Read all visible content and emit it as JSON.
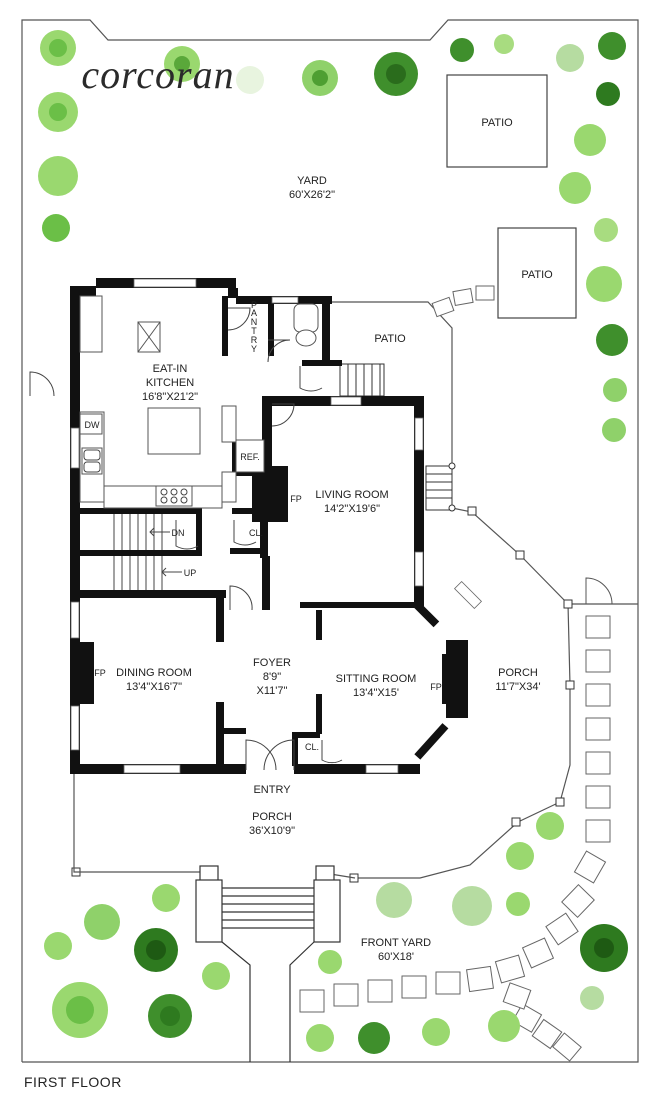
{
  "brand": {
    "logo_text": "corcoran"
  },
  "floor_label": "FIRST FLOOR",
  "rooms": {
    "yard": {
      "name": "YARD",
      "dims": "60'X26'2\""
    },
    "patio_top": {
      "name": "PATIO"
    },
    "patio_right": {
      "name": "PATIO"
    },
    "patio_mid": {
      "name": "PATIO"
    },
    "kitchen": {
      "name": "EAT-IN",
      "name2": "KITCHEN",
      "dims": "16'8\"X21'2\""
    },
    "pantry": {
      "letters": [
        "P",
        "A",
        "N",
        "T",
        "R",
        "Y"
      ]
    },
    "living": {
      "name": "LIVING ROOM",
      "dims": "14'2\"X19'6\""
    },
    "dining": {
      "name": "DINING ROOM",
      "dims": "13'4\"X16'7\""
    },
    "foyer": {
      "name": "FOYER",
      "dims": "8'9\"",
      "dims2": "X11'7\""
    },
    "sitting": {
      "name": "SITTING ROOM",
      "dims": "13'4\"X15'"
    },
    "porch_right": {
      "name": "PORCH",
      "dims": "11'7\"X34'"
    },
    "entry": {
      "name": "ENTRY"
    },
    "porch_front": {
      "name": "PORCH",
      "dims": "36'X10'9\""
    },
    "front_yard": {
      "name": "FRONT YARD",
      "dims": "60'X18'"
    }
  },
  "fixtures": {
    "dw": "DW",
    "ref": "REF.",
    "fp_living": "FP",
    "fp_dining": "FP",
    "fp_sitting": "FP",
    "cl_upper": "CL.",
    "cl_lower": "CL.",
    "stair_dn": "DN",
    "stair_up": "UP"
  },
  "colors": {
    "wall": "#111111",
    "line": "#555555",
    "plant_light": "#8fd16a",
    "plant_dark": "#3f8f2c"
  }
}
